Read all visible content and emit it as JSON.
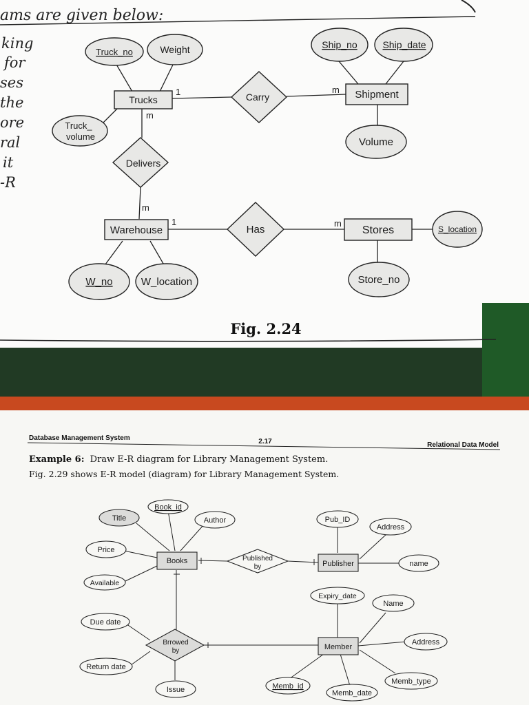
{
  "top_page": {
    "header_text": "ams are given below:",
    "margin_words": [
      "king",
      "for",
      "ses",
      "the",
      "ore",
      "ral",
      "it",
      "-R"
    ],
    "figure_caption": "Fig. 2.24",
    "entities": {
      "trucks": "Trucks",
      "shipment": "Shipment",
      "warehouse": "Warehouse",
      "stores": "Stores"
    },
    "relationships": {
      "carry": "Carry",
      "delivers": "Delivers",
      "has": "Has"
    },
    "attributes": {
      "truck_no": "Truck_no",
      "weight": "Weight",
      "truck_volume_1": "Truck_",
      "truck_volume_2": "volume",
      "ship_no": "Ship_no",
      "ship_date": "Ship_date",
      "volume": "Volume",
      "w_no": "W_no",
      "w_location": "W_location",
      "s_location": "S_location",
      "store_no": "Store_no"
    },
    "cardinalities": {
      "trucks_carry": "1",
      "carry_shipment": "m",
      "trucks_delivers": "m",
      "delivers_warehouse": "m",
      "warehouse_has": "1",
      "has_stores": "m"
    }
  },
  "bottom_page": {
    "running_header_left": "Database Management System",
    "running_header_center": "2.17",
    "running_header_right": "Relational Data Model",
    "example_label": "Example 6:",
    "example_text": "Draw E-R diagram for Library Management System.",
    "fig_text": "Fig. 2.29 shows E-R model (diagram) for Library Management System.",
    "entities": {
      "books": "Books",
      "publisher": "Publisher",
      "member": "Member"
    },
    "relationships": {
      "published_1": "Published",
      "published_2": "by",
      "brrowed_1": "Brrowed",
      "brrowed_2": "by"
    },
    "attributes": {
      "title": "Title",
      "book_id": "Book_id",
      "author": "Author",
      "price": "Price",
      "available": "Available",
      "pub_id": "Pub_ID",
      "pub_address": "Address",
      "pub_name": "name",
      "due_date": "Due date",
      "return_date": "Return date",
      "issue": "Issue",
      "expiry_date": "Expiry_date",
      "mem_name": "Name",
      "mem_address": "Address",
      "memb_type": "Memb_type",
      "memb_date": "Memb_date",
      "memb_id": "Memb_id"
    }
  }
}
